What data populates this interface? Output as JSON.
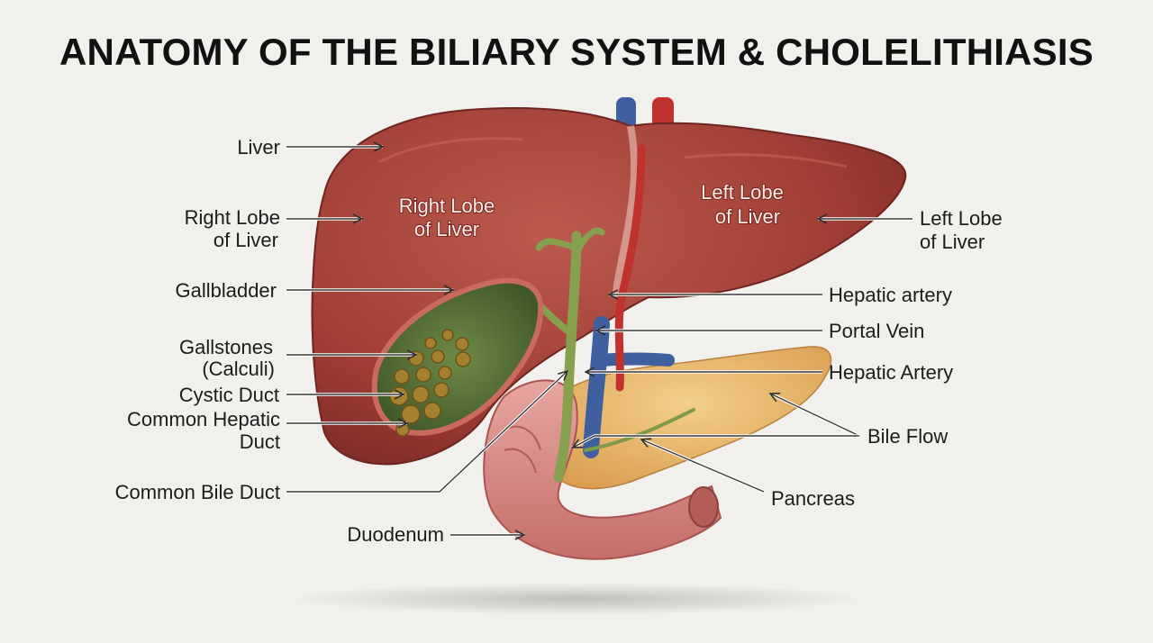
{
  "title": "ANATOMY OF THE BILIARY SYSTEM & CHOLELITHIASIS",
  "structures": {
    "right_lobe_inner": [
      "Right Lobe",
      "of Liver"
    ],
    "left_lobe_inner": [
      "Left Lobe",
      "of Liver"
    ]
  },
  "labels": {
    "liver": "Liver",
    "right_lobe": [
      "Right Lobe",
      "of Liver"
    ],
    "gallbladder": "Gallbladder",
    "gallstones": [
      "Gallstones",
      "(Calculi)"
    ],
    "cystic_duct": "Cystic Duct",
    "common_hepatic_duct": [
      "Common Hepatic",
      "Duct"
    ],
    "common_bile_duct": "Common Bile Duct",
    "duodenum": "Duodenum",
    "left_lobe": [
      "Left Lobe",
      "of Liver"
    ],
    "hepatic_artery_1": "Hepatic artery",
    "portal_vein": "Portal Vein",
    "hepatic_artery_2": "Hepatic Artery",
    "bile_flow": "Bile Flow",
    "pancreas": "Pancreas"
  },
  "colors": {
    "liver": "#9e3b35",
    "liver_highlight": "#b9574c",
    "gallbladder": "#55713a",
    "gallstone": "#a07c2f",
    "bile_duct": "#7f9a48",
    "portal_vein": "#3f5f9e",
    "artery": "#c0322d",
    "pancreas": "#e8b86a",
    "duodenum": "#d98a86"
  }
}
